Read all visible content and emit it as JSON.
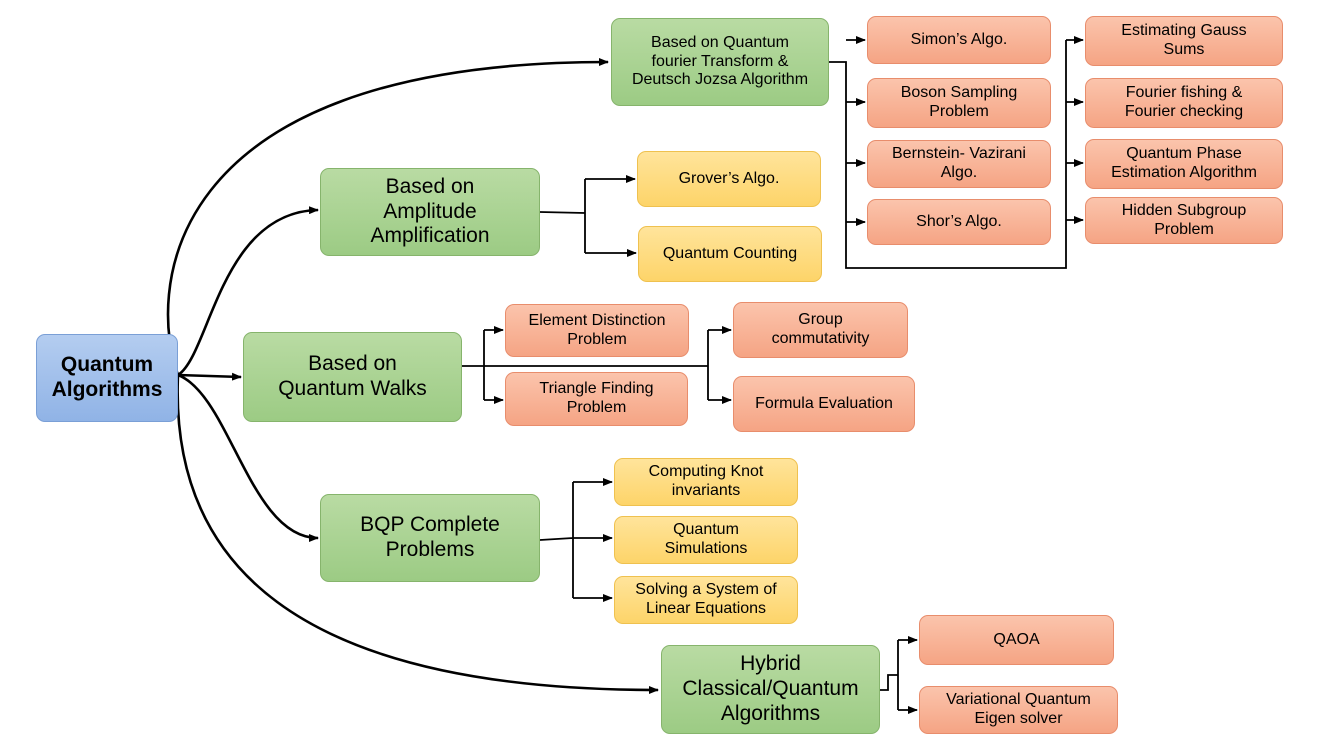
{
  "root": {
    "label": "Quantum\nAlgorithms"
  },
  "categories": {
    "qft": {
      "label": "Based on Quantum\nfourier Transform  &\nDeutsch Jozsa Algorithm"
    },
    "amplitude": {
      "label": "Based on\nAmplitude\nAmplification"
    },
    "walks": {
      "label": "Based on\nQuantum Walks"
    },
    "bqp": {
      "label": "BQP Complete\nProblems"
    },
    "hybrid": {
      "label": "Hybrid\nClassical/Quantum\nAlgorithms"
    }
  },
  "qft_items_left": [
    {
      "label": "Simon’s Algo."
    },
    {
      "label": "Boson Sampling\nProblem"
    },
    {
      "label": "Bernstein- Vazirani\nAlgo."
    },
    {
      "label": "Shor’s Algo."
    }
  ],
  "qft_items_right": [
    {
      "label": "Estimating Gauss\nSums"
    },
    {
      "label": "Fourier fishing &\nFourier checking"
    },
    {
      "label": "Quantum Phase\nEstimation Algorithm"
    },
    {
      "label": "Hidden Subgroup\nProblem"
    }
  ],
  "amplitude_items": [
    {
      "label": "Grover’s Algo."
    },
    {
      "label": "Quantum Counting"
    }
  ],
  "walks_items_left": [
    {
      "label": "Element Distinction\nProblem"
    },
    {
      "label": "Triangle Finding\nProblem"
    }
  ],
  "walks_items_right": [
    {
      "label": "Group\ncommutativity"
    },
    {
      "label": "Formula Evaluation"
    }
  ],
  "bqp_items": [
    {
      "label": "Computing Knot\ninvariants"
    },
    {
      "label": "Quantum\nSimulations"
    },
    {
      "label": "Solving a System of\nLinear Equations"
    }
  ],
  "hybrid_items": [
    {
      "label": "QAOA"
    },
    {
      "label": "Variational Quantum\nEigen solver"
    }
  ],
  "colors": {
    "root": "#9dbbe8",
    "category": "#a8d18d",
    "leaf_orange": "#f8ad8e",
    "leaf_yellow": "#fed97a",
    "connector": "#000000"
  }
}
